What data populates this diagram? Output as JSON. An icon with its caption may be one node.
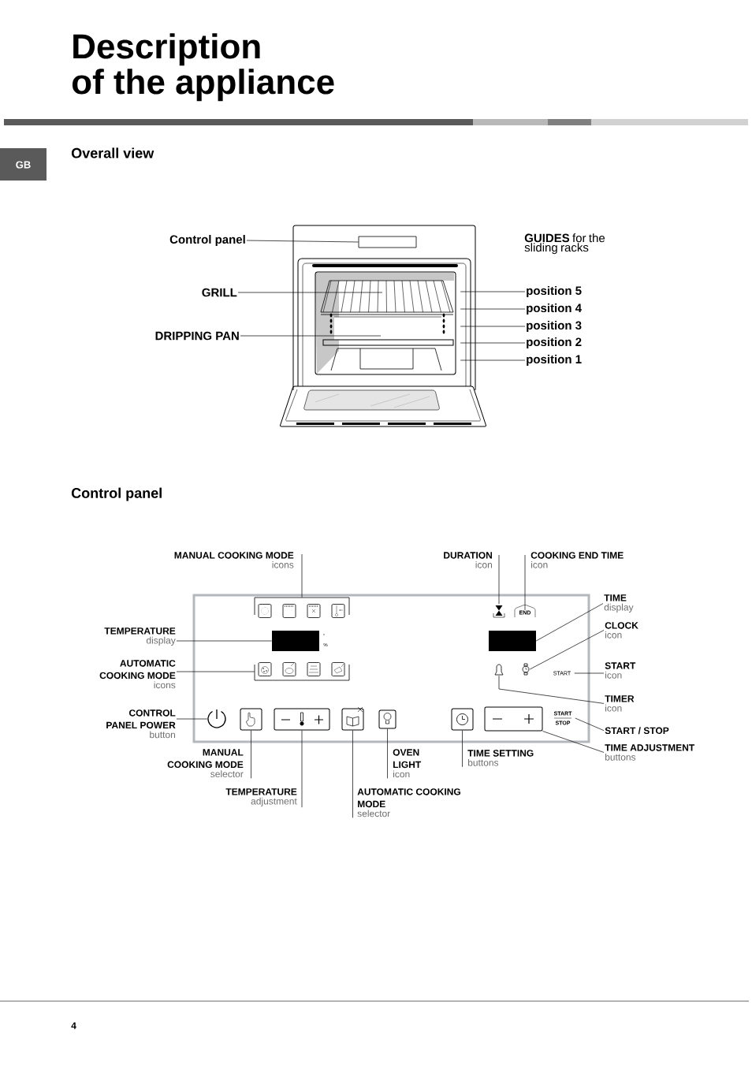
{
  "diagram": {
    "title": "Description of the appliance",
    "nodes": [
      {
        "text": [
          "Control panel"
        ]
      },
      {
        "text": [],
        "shape": "picture"
      },
      {
        "text": [],
        "shape": "box",
        "in": 1
      },
      {
        "text": [
          "GRILL"
        ]
      },
      {
        "text": [
          "DRIPPING PAN"
        ]
      },
      {
        "text": [
          "position 5"
        ]
      },
      {
        "text": [
          "position 4"
        ]
      },
      {
        "text": [
          "position 3"
        ]
      },
      {
        "text": [
          "position 2"
        ]
      },
      {
        "text": [
          "position 1"
        ]
      },
      {
        "text": [
          "MANUAL COOKING MODE",
          "icons"
        ]
      },
      {
        "text": [
          "DURATION",
          "icon"
        ]
      },
      {
        "text": [
          "COOKING END TIME",
          "icon"
        ]
      },
      {
        "text": [
          "TEMPERATURE",
          "display"
        ]
      },
      {
        "text": [
          "AUTOMATIC COOKING MODE",
          "icons"
        ]
      },
      {
        "text": [
          "CONTROL PANEL POWER",
          "button"
        ]
      },
      {
        "text": [
          "TIME",
          "display"
        ]
      },
      {
        "text": [
          "CLOCK",
          "icon"
        ]
      },
      {
        "text": [
          "START",
          "icon"
        ]
      },
      {
        "text": [
          "TIMER",
          "icon"
        ]
      },
      {
        "text": [
          "START / STOP"
        ]
      },
      {
        "text": [
          "TIME ADJUSTMENT",
          "buttons"
        ]
      },
      {
        "text": [
          "MANUAL COOKING MODE",
          "selector"
        ]
      },
      {
        "text": [
          "TEMPERATURE",
          "adjustment"
        ]
      },
      {
        "text": [
          "OVEN LIGHT",
          "icon"
        ]
      },
      {
        "text": [
          "AUTOMATIC COOKING MODE",
          "selector"
        ]
      },
      {
        "text": [
          "TIME SETTING",
          "buttons"
        ]
      },
      {
        "text": [],
        "shape": "box"
      },
      {
        "text": [],
        "shape": "bracket",
        "in": 27
      },
      {
        "text": [],
        "shape": "bar",
        "in": 27,
        "beside": [
          "°",
          "%"
        ]
      },
      {
        "text": [],
        "shape": "bracket",
        "in": 27
      },
      {
        "text": [],
        "shape": "circle",
        "in": 27
      },
      {
        "text": [],
        "shape": "box",
        "in": 27
      },
      {
        "text": [],
        "shape": "box",
        "in": 27
      },
      {
        "text": [],
        "shape": "box",
        "in": 27
      },
      {
        "text": [],
        "shape": "box",
        "in": 27
      },
      {
        "text": [],
        "shape": "icon",
        "in": 27
      },
      {
        "text": [
          "END"
        ],
        "in": 27
      },
      {
        "text": [],
        "shape": "bar",
        "in": 27
      },
      {
        "text": [],
        "shape": "icon",
        "in": 27
      },
      {
        "text": [],
        "shape": "icon",
        "in": 27
      },
      {
        "text": [
          "START"
        ],
        "in": 27
      },
      {
        "text": [
          "START",
          "STOP"
        ],
        "in": 27
      },
      {
        "text": [],
        "shape": "box",
        "in": 27
      },
      {
        "text": [],
        "shape": "box",
        "in": 27
      }
    ],
    "edges": [
      {
        "from": 0,
        "to": 2,
        "arrow": "none"
      },
      {
        "from": 3,
        "to": 1,
        "arrow": "none"
      },
      {
        "from": 4,
        "to": 1,
        "arrow": "none"
      },
      {
        "from": 5,
        "to": 1,
        "arrow": "none"
      },
      {
        "from": 6,
        "to": 1,
        "arrow": "none"
      },
      {
        "from": 7,
        "to": 1,
        "arrow": "none"
      },
      {
        "from": 8,
        "to": 1,
        "arrow": "none"
      },
      {
        "from": 9,
        "to": 1,
        "arrow": "none"
      },
      {
        "from": 10,
        "to": 28,
        "arrow": "none"
      },
      {
        "from": 11,
        "to": 36,
        "arrow": "none"
      },
      {
        "from": 12,
        "to": 37,
        "arrow": "none"
      },
      {
        "from": 13,
        "to": 29,
        "arrow": "none"
      },
      {
        "from": 14,
        "to": 30,
        "arrow": "none"
      },
      {
        "from": 15,
        "to": 31,
        "arrow": "none"
      },
      {
        "from": 16,
        "to": 38,
        "arrow": "none"
      },
      {
        "from": 17,
        "to": 40,
        "arrow": "none"
      },
      {
        "from": 18,
        "to": 41,
        "arrow": "none"
      },
      {
        "from": 19,
        "to": 39,
        "arrow": "none"
      },
      {
        "from": 20,
        "to": 42,
        "arrow": "none"
      },
      {
        "from": 21,
        "to": 44,
        "arrow": "none"
      },
      {
        "from": 22,
        "to": 32,
        "arrow": "none"
      },
      {
        "from": 23,
        "to": 33,
        "arrow": "none"
      },
      {
        "from": 24,
        "to": 35,
        "arrow": "none"
      },
      {
        "from": 25,
        "to": 34,
        "arrow": "none"
      },
      {
        "from": 26,
        "to": 43,
        "arrow": "none"
      }
    ],
    "labels": [
      "GB",
      "Overall view",
      "**GUIDES** for the sliding racks",
      "Control panel",
      "4"
    ]
  }
}
